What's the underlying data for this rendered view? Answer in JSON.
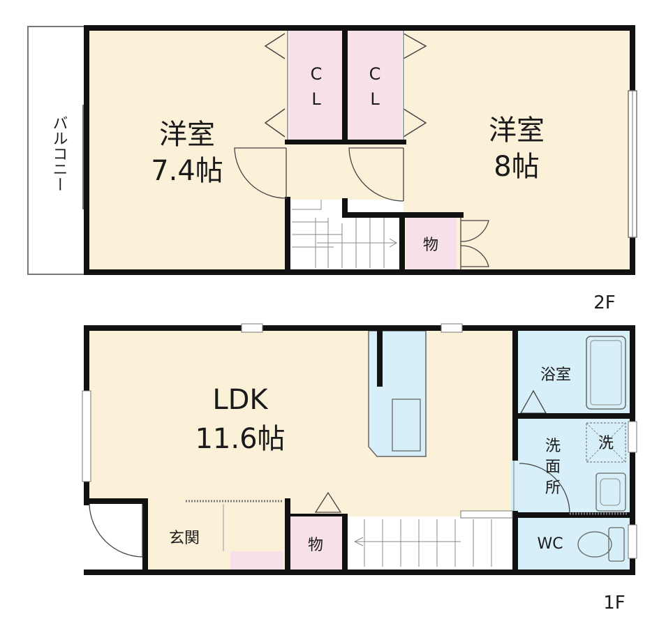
{
  "colors": {
    "room": "#fbf1d9",
    "closet": "#f7e0ea",
    "wet": "#d6eff8",
    "wall": "#111111",
    "thin": "#555555"
  },
  "floor2": {
    "label": "2F",
    "balcony": "バルコニー",
    "room_left": {
      "name": "洋室",
      "size": "7.4帖"
    },
    "room_right": {
      "name": "洋室",
      "size": "8帖"
    },
    "closet_left": [
      "C",
      "L"
    ],
    "closet_right": [
      "C",
      "L"
    ],
    "storage": "物"
  },
  "floor1": {
    "label": "1F",
    "ldk": {
      "name": "LDK",
      "size": "11.6帖"
    },
    "bath": "浴室",
    "washroom": [
      "洗",
      "面",
      "所"
    ],
    "washer": "洗",
    "wc": "WC",
    "entrance": "玄関",
    "storage": "物"
  }
}
